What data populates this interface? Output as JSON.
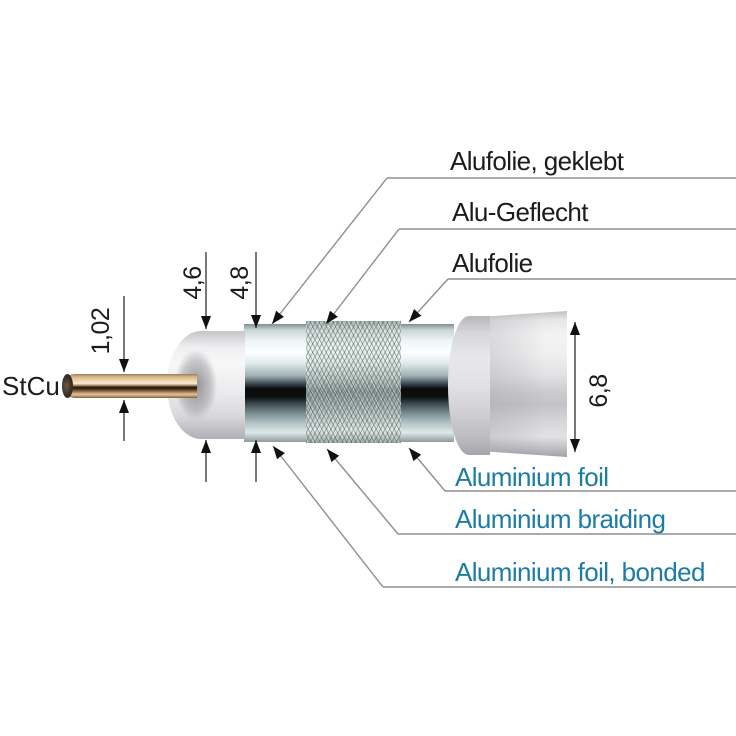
{
  "cable_diagram": {
    "conductor_material": "StCu",
    "german_labels": [
      "Alufolie, geklebt",
      "Alu-Geflecht",
      "Alufolie"
    ],
    "english_labels": [
      "Aluminium foil",
      "Aluminium braiding",
      "Aluminium foil, bonded"
    ],
    "dimensions_mm": {
      "conductor": "1,02",
      "dielectric": "4,6",
      "inner_shield": "4,8",
      "overall": "6,8"
    },
    "colors": {
      "english_label_blue": "#1d7ca6",
      "german_label_black": "#1c1c1c",
      "leader_line_gray": "#8f8f8f",
      "dimension_line_gray": "#3f3f3f",
      "copper": "#d8b68c",
      "background": "#ffffff"
    }
  }
}
